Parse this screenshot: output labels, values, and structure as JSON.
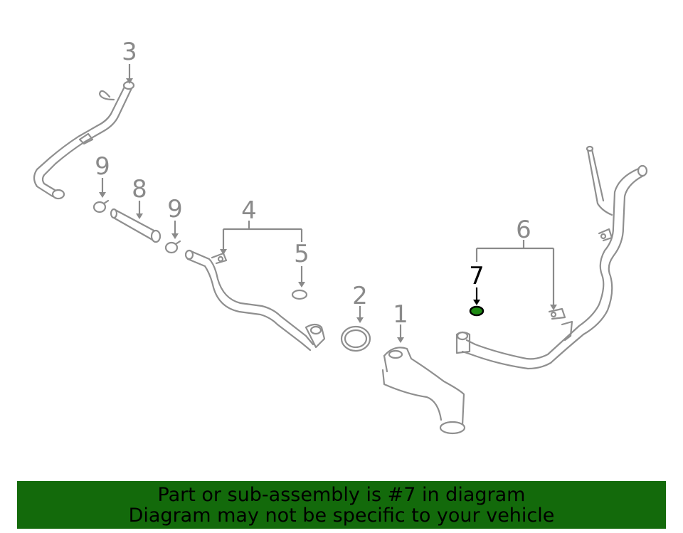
{
  "callouts": {
    "c1": "1",
    "c2": "2",
    "c3": "3",
    "c4": "4",
    "c5": "5",
    "c6": "6",
    "c7": "7",
    "c8": "8",
    "c9a": "9",
    "c9b": "9"
  },
  "highlighted_part": "7",
  "colors": {
    "part_stroke": "#8f8f8f",
    "highlight_fill": "#1f8a14",
    "banner_background": "#136a0b",
    "banner_text": "#000000"
  },
  "banner": {
    "line1": "Part or sub-assembly is #7 in diagram",
    "line2": "Diagram may not be specific to your vehicle"
  }
}
